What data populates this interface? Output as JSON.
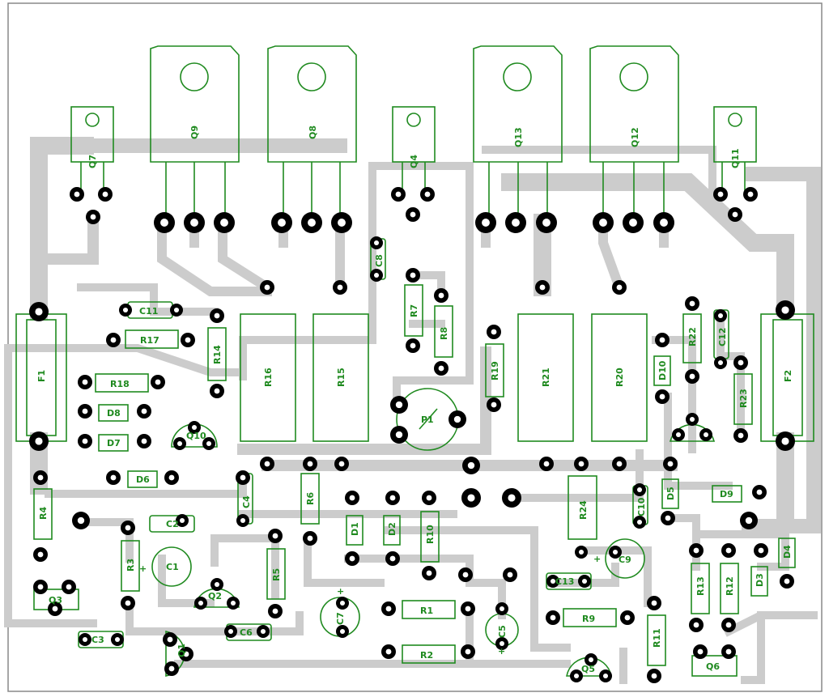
{
  "components": {
    "transistors": [
      "Q1",
      "Q2",
      "Q3",
      "Q4",
      "Q5",
      "Q6",
      "Q7",
      "Q8",
      "Q9",
      "Q10",
      "Q11",
      "Q12",
      "Q13"
    ],
    "resistors": [
      "R1",
      "R2",
      "R3",
      "R4",
      "R5",
      "R6",
      "R7",
      "R8",
      "R9",
      "R10",
      "R11",
      "R12",
      "R13",
      "R14",
      "R15",
      "R16",
      "R17",
      "R18",
      "R19",
      "R20",
      "R21",
      "R22",
      "R23",
      "R24"
    ],
    "capacitors": [
      "C1",
      "C2",
      "C3",
      "C4",
      "C5",
      "C6",
      "C7",
      "C8",
      "C9",
      "C10",
      "C11",
      "C12",
      "C13"
    ],
    "diodes": [
      "D1",
      "D2",
      "D3",
      "D4",
      "D5",
      "D6",
      "D7",
      "D8",
      "D9",
      "D10"
    ],
    "fuses": [
      "F1",
      "F2"
    ],
    "potentiometers": [
      "P1"
    ],
    "plus": "+"
  },
  "colors": {
    "silkscreen": "#1f8a1f",
    "copper": "#cccccc",
    "pad": "#000000",
    "background": "#ffffff",
    "border": "#888888"
  }
}
